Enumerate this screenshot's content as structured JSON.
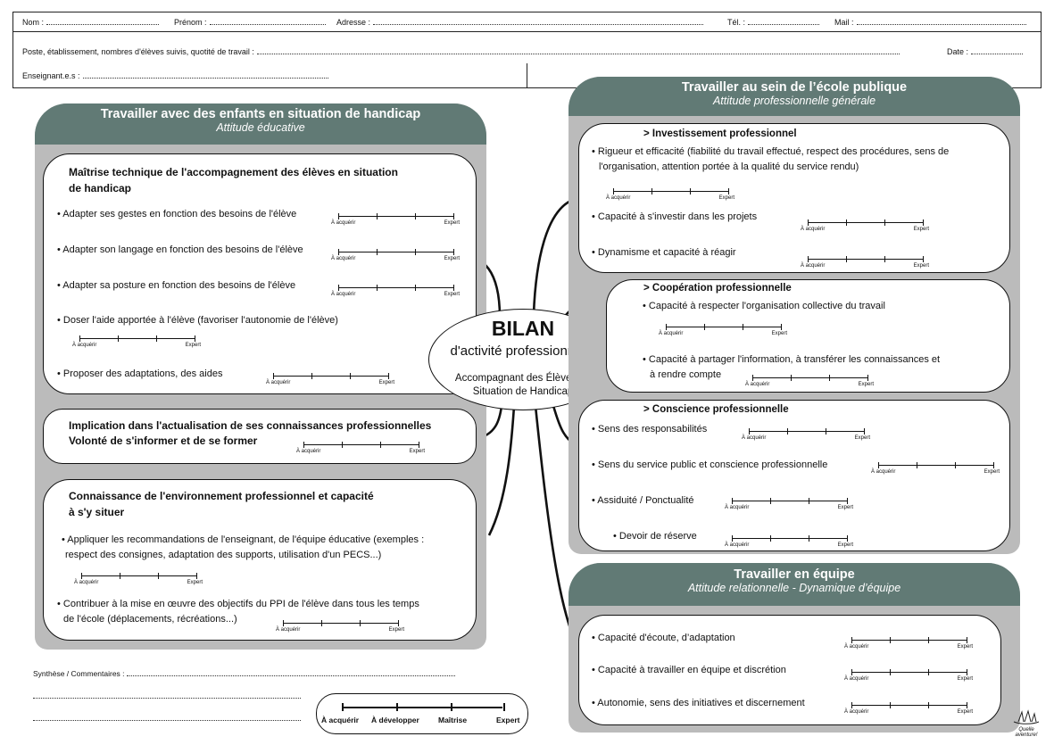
{
  "header": {
    "nom": "Nom :",
    "prenom": "Prénom :",
    "adresse": "Adresse :",
    "tel": "Tél. :",
    "mail": "Mail :",
    "poste": "Poste, établissement, nombres d'élèves suivis, quotité de travail :",
    "date": "Date :",
    "enseignant": "Enseignant.e.s :"
  },
  "scale": {
    "low": "À acquérir",
    "high": "Expert"
  },
  "left_panel": {
    "title": "Travailler avec des enfants en situation de handicap",
    "subtitle": "Attitude éducative",
    "box1": {
      "title_line1": "Maîtrise technique de l'accompagnement des élèves en situation",
      "title_line2": "de handicap",
      "items": [
        "• Adapter ses gestes en fonction des besoins de l'élève",
        "• Adapter son langage en fonction des besoins de l'élève",
        "• Adapter sa posture en fonction des besoins de l'élève",
        "• Doser l'aide apportée à l'élève (favoriser l'autonomie de l'élève)",
        "• Proposer des adaptations, des aides"
      ]
    },
    "box2": {
      "title_line1": "Implication dans l'actualisation de ses connaissances professionnelles",
      "title_line2": "Volonté de s'informer et de se former"
    },
    "box3": {
      "title_line1": "Connaissance de l'environnement professionnel et capacité",
      "title_line2": "à s'y situer",
      "items": [
        "• Appliquer les recommandations de l'enseignant, de l'équipe éducative (exemples :",
        "respect des consignes, adaptation des supports, utilisation d'un PECS...)",
        "• Contribuer à la mise en œuvre des objectifs du PPI de l'élève dans tous les temps",
        "de l'école (déplacements, récréations...)"
      ]
    }
  },
  "center": {
    "title": "BILAN",
    "subtitle": "d'activité professionnelle",
    "line1": "Accompagnant des Élèves en",
    "line2": "Situation de Handicap"
  },
  "right_top_panel": {
    "title": "Travailler au sein de l’école publique",
    "subtitle": "Attitude professionnelle générale",
    "box1": {
      "title": ">    Investissement professionnel",
      "items": [
        "• Rigueur et efficacité (fiabilité du travail effectué, respect des procédures, sens de",
        "l'organisation, attention portée à la qualité du service rendu)",
        "• Capacité à s'investir dans les projets",
        "• Dynamisme et capacité à réagir"
      ]
    },
    "box2": {
      "title": ">    Coopération professionnelle",
      "items": [
        "• Capacité à respecter l'organisation collective du travail",
        "• Capacité à partager l'information, à transférer les connaissances et",
        "à rendre compte"
      ]
    },
    "box3": {
      "title": ">    Conscience professionnelle",
      "items": [
        "• Sens des responsabilités",
        "• Sens du service public et conscience professionnelle",
        "• Assiduité / Ponctualité",
        "• Devoir de réserve"
      ]
    }
  },
  "right_bottom_panel": {
    "title": "Travailler en équipe",
    "subtitle": "Attitude relationnelle - Dynamique d’équipe",
    "items": [
      "• Capacité d'écoute, d’adaptation",
      "• Capacité à travailler en équipe et discrétion",
      "• Autonomie, sens des initiatives et discernement"
    ]
  },
  "synthese": {
    "label": "Synthèse / Commentaires :"
  },
  "legend": {
    "labels": [
      "À  acquérir",
      "À  développer",
      "Maîtrise",
      "Expert"
    ]
  },
  "signature": "Quelle aventure!"
}
